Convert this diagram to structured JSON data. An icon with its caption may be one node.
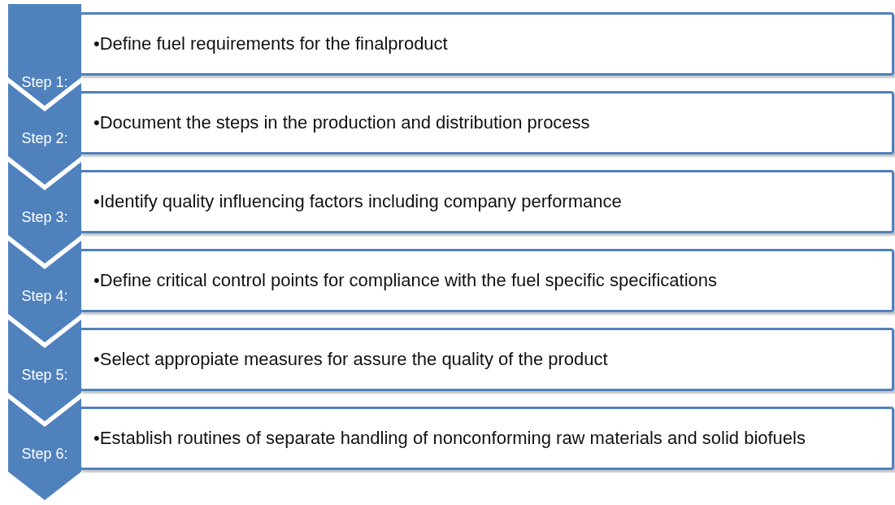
{
  "diagram": {
    "nodes": [
      {
        "text": [
          "Step 1:"
        ]
      },
      {
        "text": [
          "•Define fuel requirements for the finalproduct"
        ]
      },
      {
        "text": [
          "Step 2:"
        ]
      },
      {
        "text": [
          "•Document the steps in the production and distribution process"
        ]
      },
      {
        "text": [
          "Step 3:"
        ]
      },
      {
        "text": [
          "•Identify quality influencing factors including company performance"
        ]
      },
      {
        "text": [
          "Step 4:"
        ]
      },
      {
        "text": [
          "•Define critical control points for compliance with the fuel specific specifications"
        ]
      },
      {
        "text": [
          "Step 5:"
        ]
      },
      {
        "text": [
          "•Select appropiate measures for assure the quality of the product"
        ]
      },
      {
        "text": [
          "Step 6:"
        ]
      },
      {
        "text": [
          "•Establish routines of separate handling of nonconforming raw materials and solid biofuels"
        ]
      }
    ]
  }
}
